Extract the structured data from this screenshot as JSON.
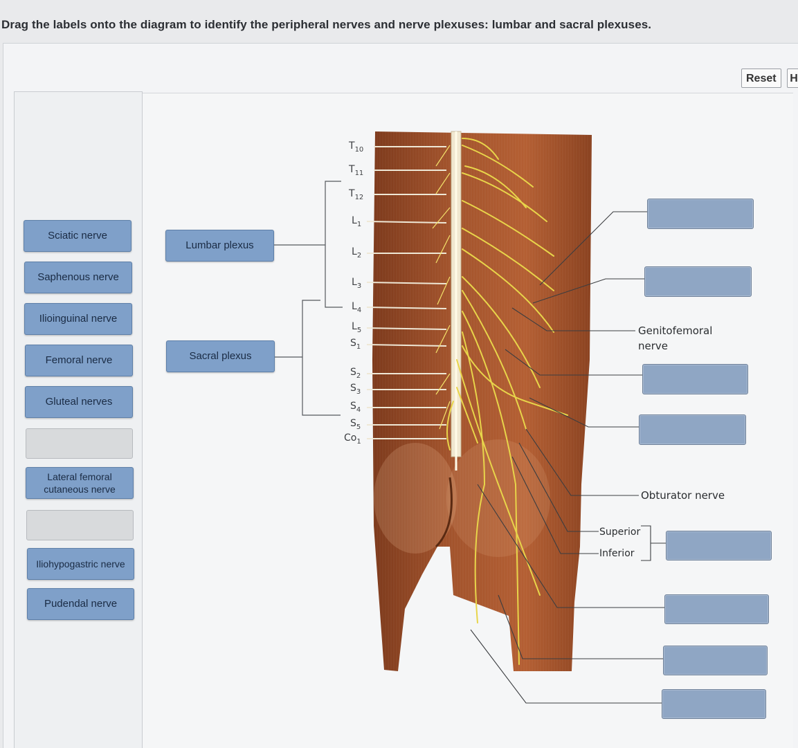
{
  "instructions": "Drag the labels onto the diagram to identify the peripheral nerves and nerve plexuses: lumbar and sacral plexuses.",
  "toolbar": {
    "reset_label": "Reset",
    "help_label": "H"
  },
  "label_bank": [
    "Sciatic nerve",
    "Saphenous nerve",
    "Ilioinguinal nerve",
    "Femoral nerve",
    "Gluteal nerves",
    "",
    "Lateral femoral cutaneous nerve",
    "",
    "Iliohypogastric nerve",
    "Pudendal nerve"
  ],
  "placed_labels": {
    "lumbar": "Lumbar plexus",
    "sacral": "Sacral plexus"
  },
  "fixed_labels": {
    "genitofemoral": "Genitofemoral nerve",
    "obturator": "Obturator nerve",
    "superior": "Superior",
    "inferior": "Inferior"
  },
  "vertebral_levels": [
    {
      "letter": "T",
      "num": "10"
    },
    {
      "letter": "T",
      "num": "11"
    },
    {
      "letter": "T",
      "num": "12"
    },
    {
      "letter": "L",
      "num": "1"
    },
    {
      "letter": "L",
      "num": "2"
    },
    {
      "letter": "L",
      "num": "3"
    },
    {
      "letter": "L",
      "num": "4"
    },
    {
      "letter": "L",
      "num": "5"
    },
    {
      "letter": "S",
      "num": "1"
    },
    {
      "letter": "S",
      "num": "2"
    },
    {
      "letter": "S",
      "num": "3"
    },
    {
      "letter": "S",
      "num": "4"
    },
    {
      "letter": "S",
      "num": "5"
    },
    {
      "letter": "Co",
      "num": "1"
    }
  ],
  "colors": {
    "chip": "#7fa0c9",
    "target": "#8fa6c4",
    "skin": "#a5502a",
    "nerve": "#e8d54a"
  }
}
